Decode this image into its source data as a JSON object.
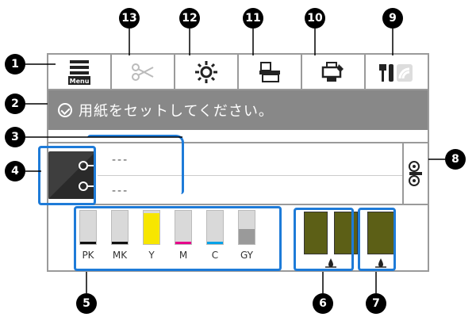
{
  "toolbar": {
    "menu_label": "Menu"
  },
  "status": {
    "message": "用紙をセットしてください。"
  },
  "media": {
    "line1_value": "---",
    "line2_value": "---"
  },
  "inks": [
    {
      "label": "PK",
      "color": "#111111",
      "level": 0.08
    },
    {
      "label": "MK",
      "color": "#111111",
      "level": 0.08
    },
    {
      "label": "Y",
      "color": "#f7e600",
      "level": 0.92
    },
    {
      "label": "M",
      "color": "#e6008a",
      "level": 0.08
    },
    {
      "label": "C",
      "color": "#00a2e8",
      "level": 0.08
    },
    {
      "label": "GY",
      "color": "#9a9a9a",
      "level": 0.45
    }
  ],
  "maintenance_boxes": [
    {
      "label": "",
      "color": "#5c5f16"
    },
    {
      "label": "",
      "color": "#5c5f16"
    },
    {
      "label": "",
      "color": "#5c5f16"
    }
  ],
  "callouts": [
    "1",
    "2",
    "3",
    "4",
    "5",
    "6",
    "7",
    "8",
    "9",
    "10",
    "11",
    "12",
    "13"
  ],
  "colors": {
    "highlight": "#1e7bd8",
    "status_bg": "#888888",
    "callout_bg": "#000000"
  }
}
